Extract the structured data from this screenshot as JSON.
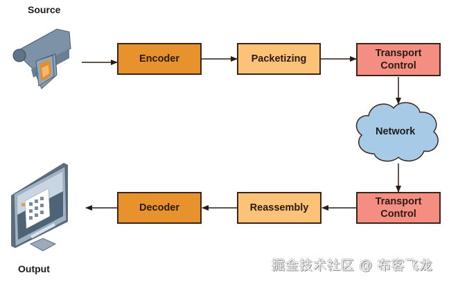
{
  "source": {
    "label": "Source",
    "icon": "camcorder-icon"
  },
  "output": {
    "label": "Output",
    "icon": "monitor-icon"
  },
  "top_row": [
    {
      "id": "encoder",
      "label": "Encoder",
      "color": "#e8922e"
    },
    {
      "id": "packetizing",
      "label": "Packetizing",
      "color": "#fcc378"
    },
    {
      "id": "transport-control-send",
      "label": "Transport Control",
      "line1": "Transport",
      "line2": "Control",
      "color": "#f48e82"
    }
  ],
  "network": {
    "label": "Network",
    "color": "#a7cbe6"
  },
  "bottom_row": [
    {
      "id": "transport-control-receive",
      "label": "Transport Control",
      "line1": "Transport",
      "line2": "Control",
      "color": "#f48e82"
    },
    {
      "id": "reassembly",
      "label": "Reassembly",
      "color": "#fcc378"
    },
    {
      "id": "decoder",
      "label": "Decoder",
      "color": "#e8922e"
    }
  ],
  "watermark": "掘金技术社区 @ 布客飞龙"
}
